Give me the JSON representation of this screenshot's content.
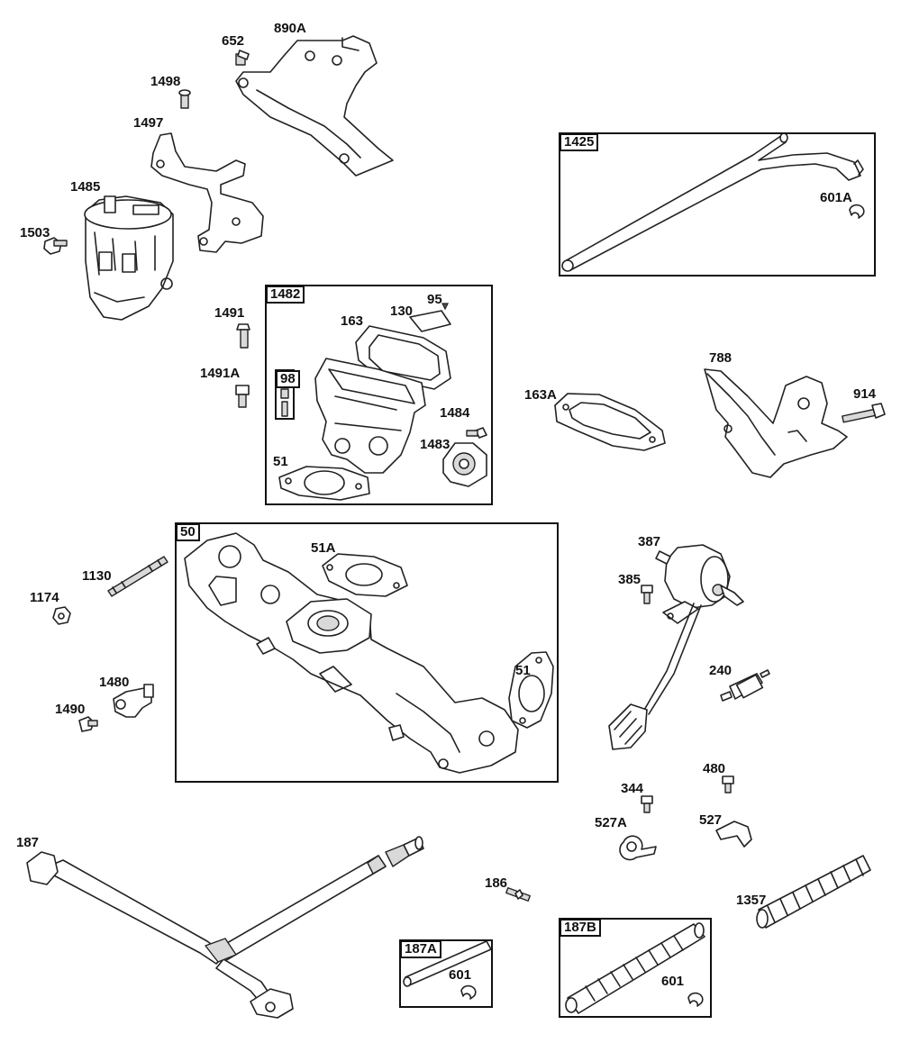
{
  "callouts": {
    "c652": "652",
    "c890A": "890A",
    "c1498": "1498",
    "c1497": "1497",
    "c1485": "1485",
    "c1503": "1503",
    "c1491": "1491",
    "c1491A": "1491A",
    "c163": "163",
    "c130": "130",
    "c95": "95",
    "c1484": "1484",
    "c1483": "1483",
    "c51_top": "51",
    "c163A": "163A",
    "c788": "788",
    "c914": "914",
    "c601A": "601A",
    "c1130": "1130",
    "c1174": "1174",
    "c1480": "1480",
    "c1490": "1490",
    "c51A": "51A",
    "c51_mid": "51",
    "c387": "387",
    "c385": "385",
    "c240": "240",
    "c344": "344",
    "c480": "480",
    "c527A": "527A",
    "c527": "527",
    "c187": "187",
    "c186": "186",
    "c1357": "1357",
    "c601_a": "601",
    "c601_b": "601"
  },
  "boxes": {
    "b1425": "1425",
    "b1482": "1482",
    "b98": "98",
    "b50": "50",
    "b187A": "187A",
    "b187B": "187B"
  }
}
